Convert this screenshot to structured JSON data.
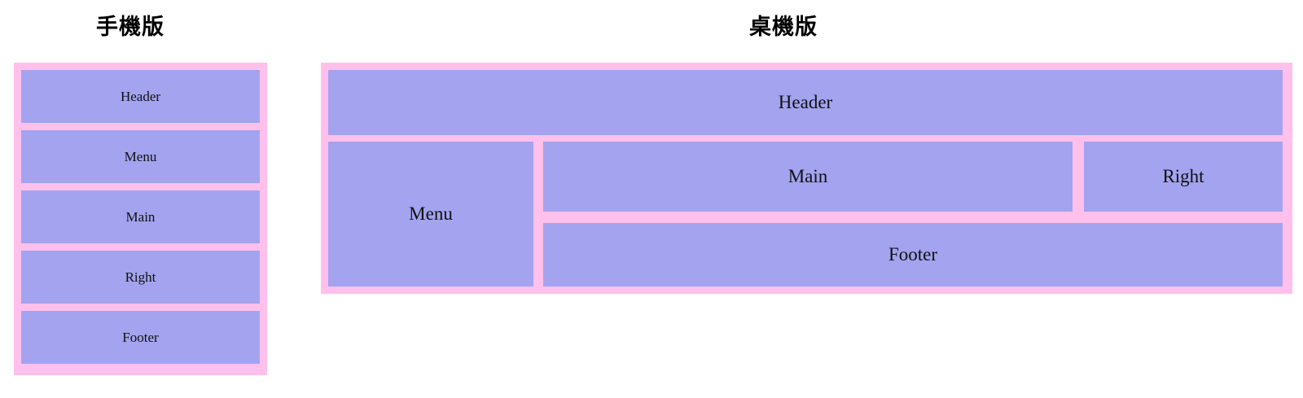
{
  "page": {
    "background_color": "#ffffff",
    "block_color": "#a3a3f0",
    "frame_color": "#ffc0eb",
    "text_color": "#111111"
  },
  "mobile": {
    "title": "手機版",
    "blocks": [
      {
        "label": "Header"
      },
      {
        "label": "Menu"
      },
      {
        "label": "Main"
      },
      {
        "label": "Right"
      },
      {
        "label": "Footer"
      }
    ]
  },
  "desktop": {
    "title": "桌機版",
    "blocks": [
      {
        "label": "Header"
      },
      {
        "label": "Menu"
      },
      {
        "label": "Main"
      },
      {
        "label": "Right"
      },
      {
        "label": "Footer"
      }
    ]
  }
}
